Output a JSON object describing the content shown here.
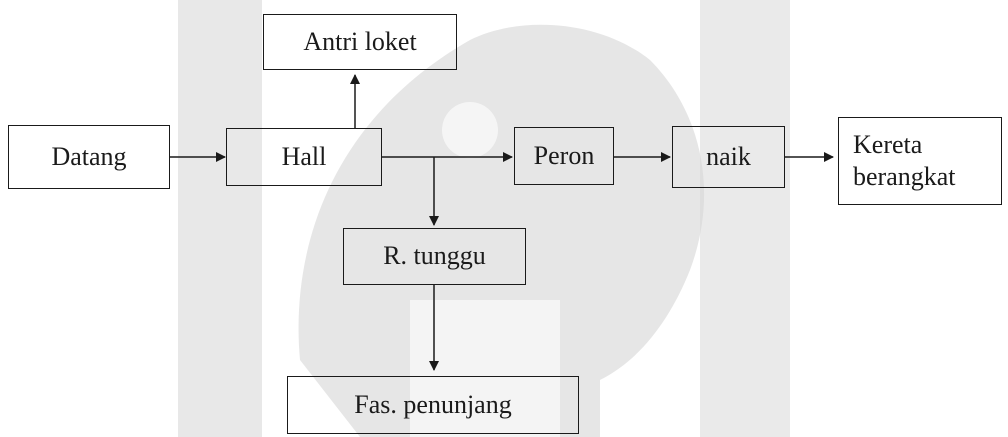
{
  "diagram": {
    "nodes": {
      "datang": "Datang",
      "hall": "Hall",
      "antri_loket": "Antri loket",
      "peron": "Peron",
      "naik": "naik",
      "kereta_line1": "Kereta",
      "kereta_line2": "berangkat",
      "r_tunggu": "R. tunggu",
      "fas_penunjang": "Fas. penunjang"
    },
    "edges": [
      {
        "from": "datang",
        "to": "hall"
      },
      {
        "from": "hall",
        "to": "antri_loket"
      },
      {
        "from": "hall",
        "to": "peron"
      },
      {
        "from": "hall",
        "to": "r_tunggu"
      },
      {
        "from": "peron",
        "to": "naik"
      },
      {
        "from": "naik",
        "to": "kereta"
      },
      {
        "from": "r_tunggu",
        "to": "fas_penunjang"
      }
    ]
  },
  "colors": {
    "stroke": "#1a1a1a",
    "watermark": "#d4d4d4"
  }
}
